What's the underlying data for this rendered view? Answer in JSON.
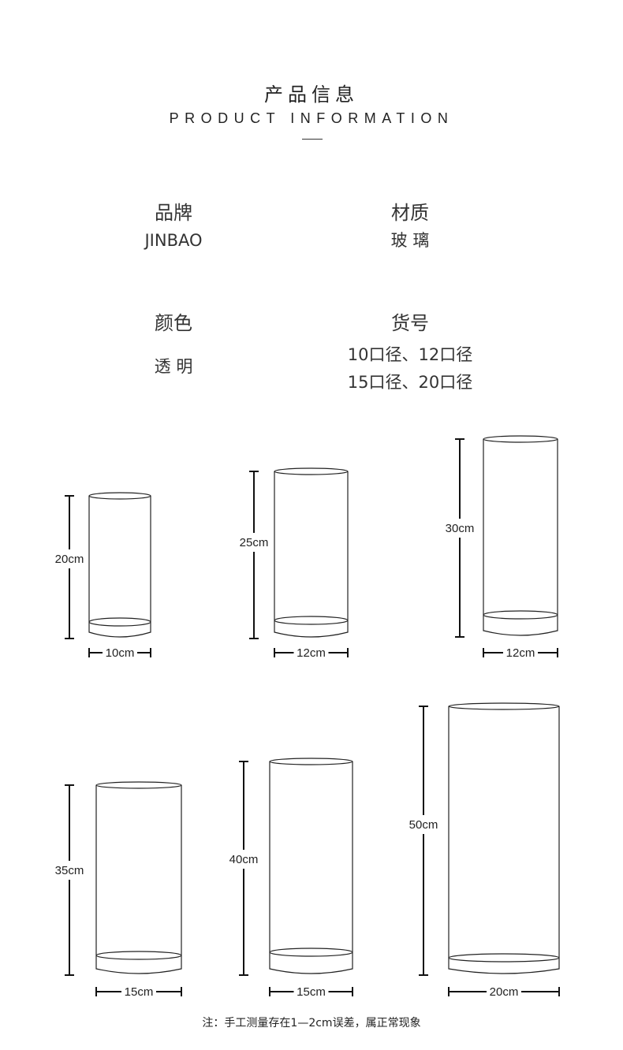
{
  "header": {
    "title_cn": "产品信息",
    "title_en": "PRODUCT INFORMATION"
  },
  "specs": [
    {
      "label": "品牌",
      "value": "JINBAO"
    },
    {
      "label": "材质",
      "value": "玻  璃"
    },
    {
      "label": "颜色",
      "value": "透  明"
    },
    {
      "label": "货号",
      "value_lines": [
        "10口径、12口径",
        "15口径、20口径"
      ]
    }
  ],
  "vases": [
    {
      "height": "20cm",
      "diameter": "10cm"
    },
    {
      "height": "25cm",
      "diameter": "12cm"
    },
    {
      "height": "30cm",
      "diameter": "12cm"
    },
    {
      "height": "35cm",
      "diameter": "15cm"
    },
    {
      "height": "40cm",
      "diameter": "15cm"
    },
    {
      "height": "50cm",
      "diameter": "20cm"
    }
  ],
  "note": "注：手工测量存在1—2cm误差，属正常现象"
}
